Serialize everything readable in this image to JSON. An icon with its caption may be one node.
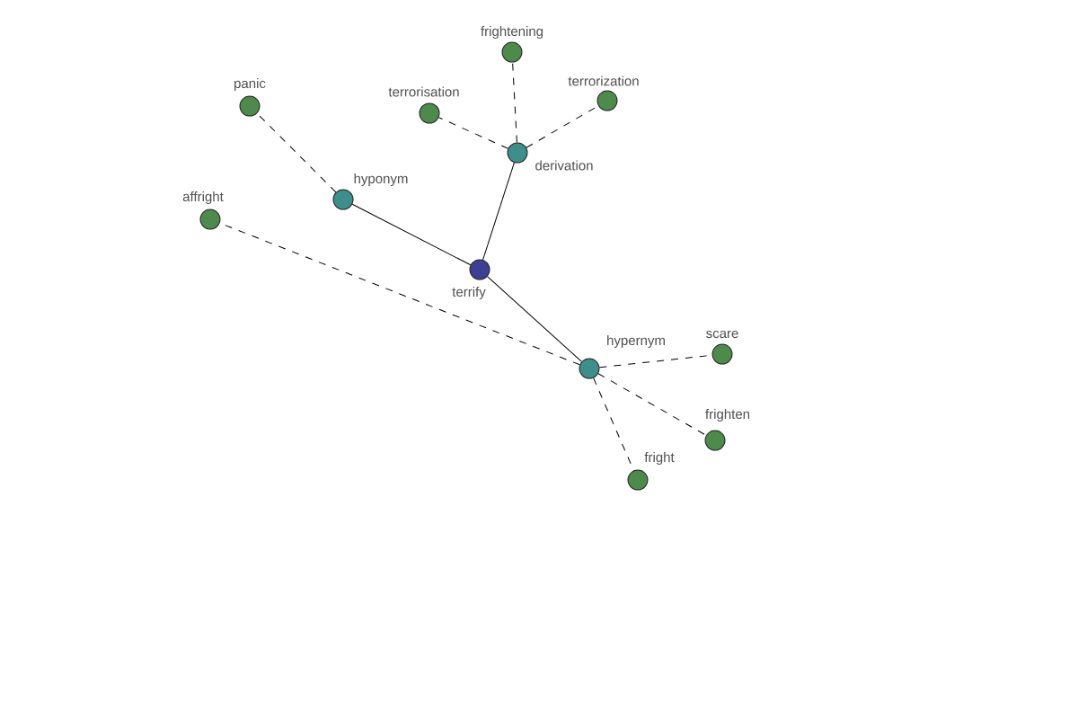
{
  "diagram": {
    "nodes": [
      {
        "text": [
          "frightening"
        ]
      },
      {
        "text": [
          "panic"
        ]
      },
      {
        "text": [
          "terrorisation"
        ]
      },
      {
        "text": [
          "terrorization"
        ]
      },
      {
        "text": [
          "derivation"
        ]
      },
      {
        "text": [
          "hyponym"
        ]
      },
      {
        "text": [
          "affright"
        ]
      },
      {
        "text": [
          "terrify"
        ]
      },
      {
        "text": [
          "scare"
        ]
      },
      {
        "text": [
          "hypernym"
        ]
      },
      {
        "text": [
          "frighten"
        ]
      },
      {
        "text": [
          "fright"
        ]
      }
    ],
    "edges": [
      {
        "from": 7,
        "to": 5,
        "arrow": "none"
      },
      {
        "from": 7,
        "to": 4,
        "arrow": "none"
      },
      {
        "from": 7,
        "to": 9,
        "arrow": "none"
      },
      {
        "from": 5,
        "to": 1,
        "arrow": "none",
        "style": "dashed"
      },
      {
        "from": 4,
        "to": 0,
        "arrow": "none",
        "style": "dashed"
      },
      {
        "from": 4,
        "to": 2,
        "arrow": "none",
        "style": "dashed"
      },
      {
        "from": 4,
        "to": 3,
        "arrow": "none",
        "style": "dashed"
      },
      {
        "from": 9,
        "to": 6,
        "arrow": "none",
        "style": "dashed"
      },
      {
        "from": 9,
        "to": 8,
        "arrow": "none",
        "style": "dashed"
      },
      {
        "from": 9,
        "to": 10,
        "arrow": "none",
        "style": "dashed"
      },
      {
        "from": 9,
        "to": 11,
        "arrow": "none",
        "style": "dashed"
      }
    ]
  }
}
